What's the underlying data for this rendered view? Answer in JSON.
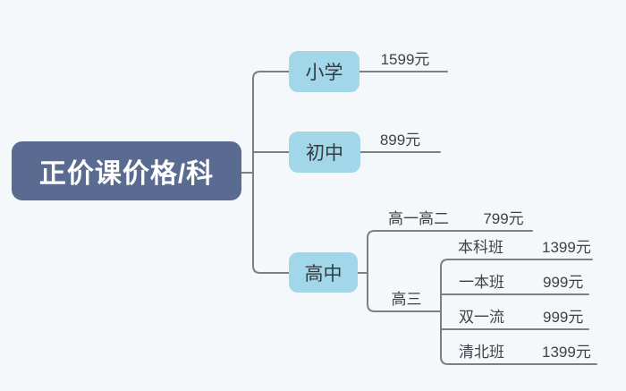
{
  "colors": {
    "background": "#f4f8fb",
    "root_fill": "#5a6b91",
    "root_text": "#ffffff",
    "topic_fill": "#a2d6e9",
    "topic_text": "#343a41",
    "connector_line": "#7a8087",
    "label_text": "#3e434a"
  },
  "tree": {
    "root": {
      "label": "正价课价格/科"
    },
    "branches": [
      {
        "label": "小学",
        "price": "1599元"
      },
      {
        "label": "初中",
        "price": "899元"
      },
      {
        "label": "高中",
        "children": [
          {
            "label": "高一高二",
            "price": "799元"
          },
          {
            "label": "高三",
            "children": [
              {
                "label": "本科班",
                "price": "1399元"
              },
              {
                "label": "一本班",
                "price": "999元"
              },
              {
                "label": "双一流",
                "price": "999元"
              },
              {
                "label": "清北班",
                "price": "1399元"
              }
            ]
          }
        ]
      }
    ]
  }
}
